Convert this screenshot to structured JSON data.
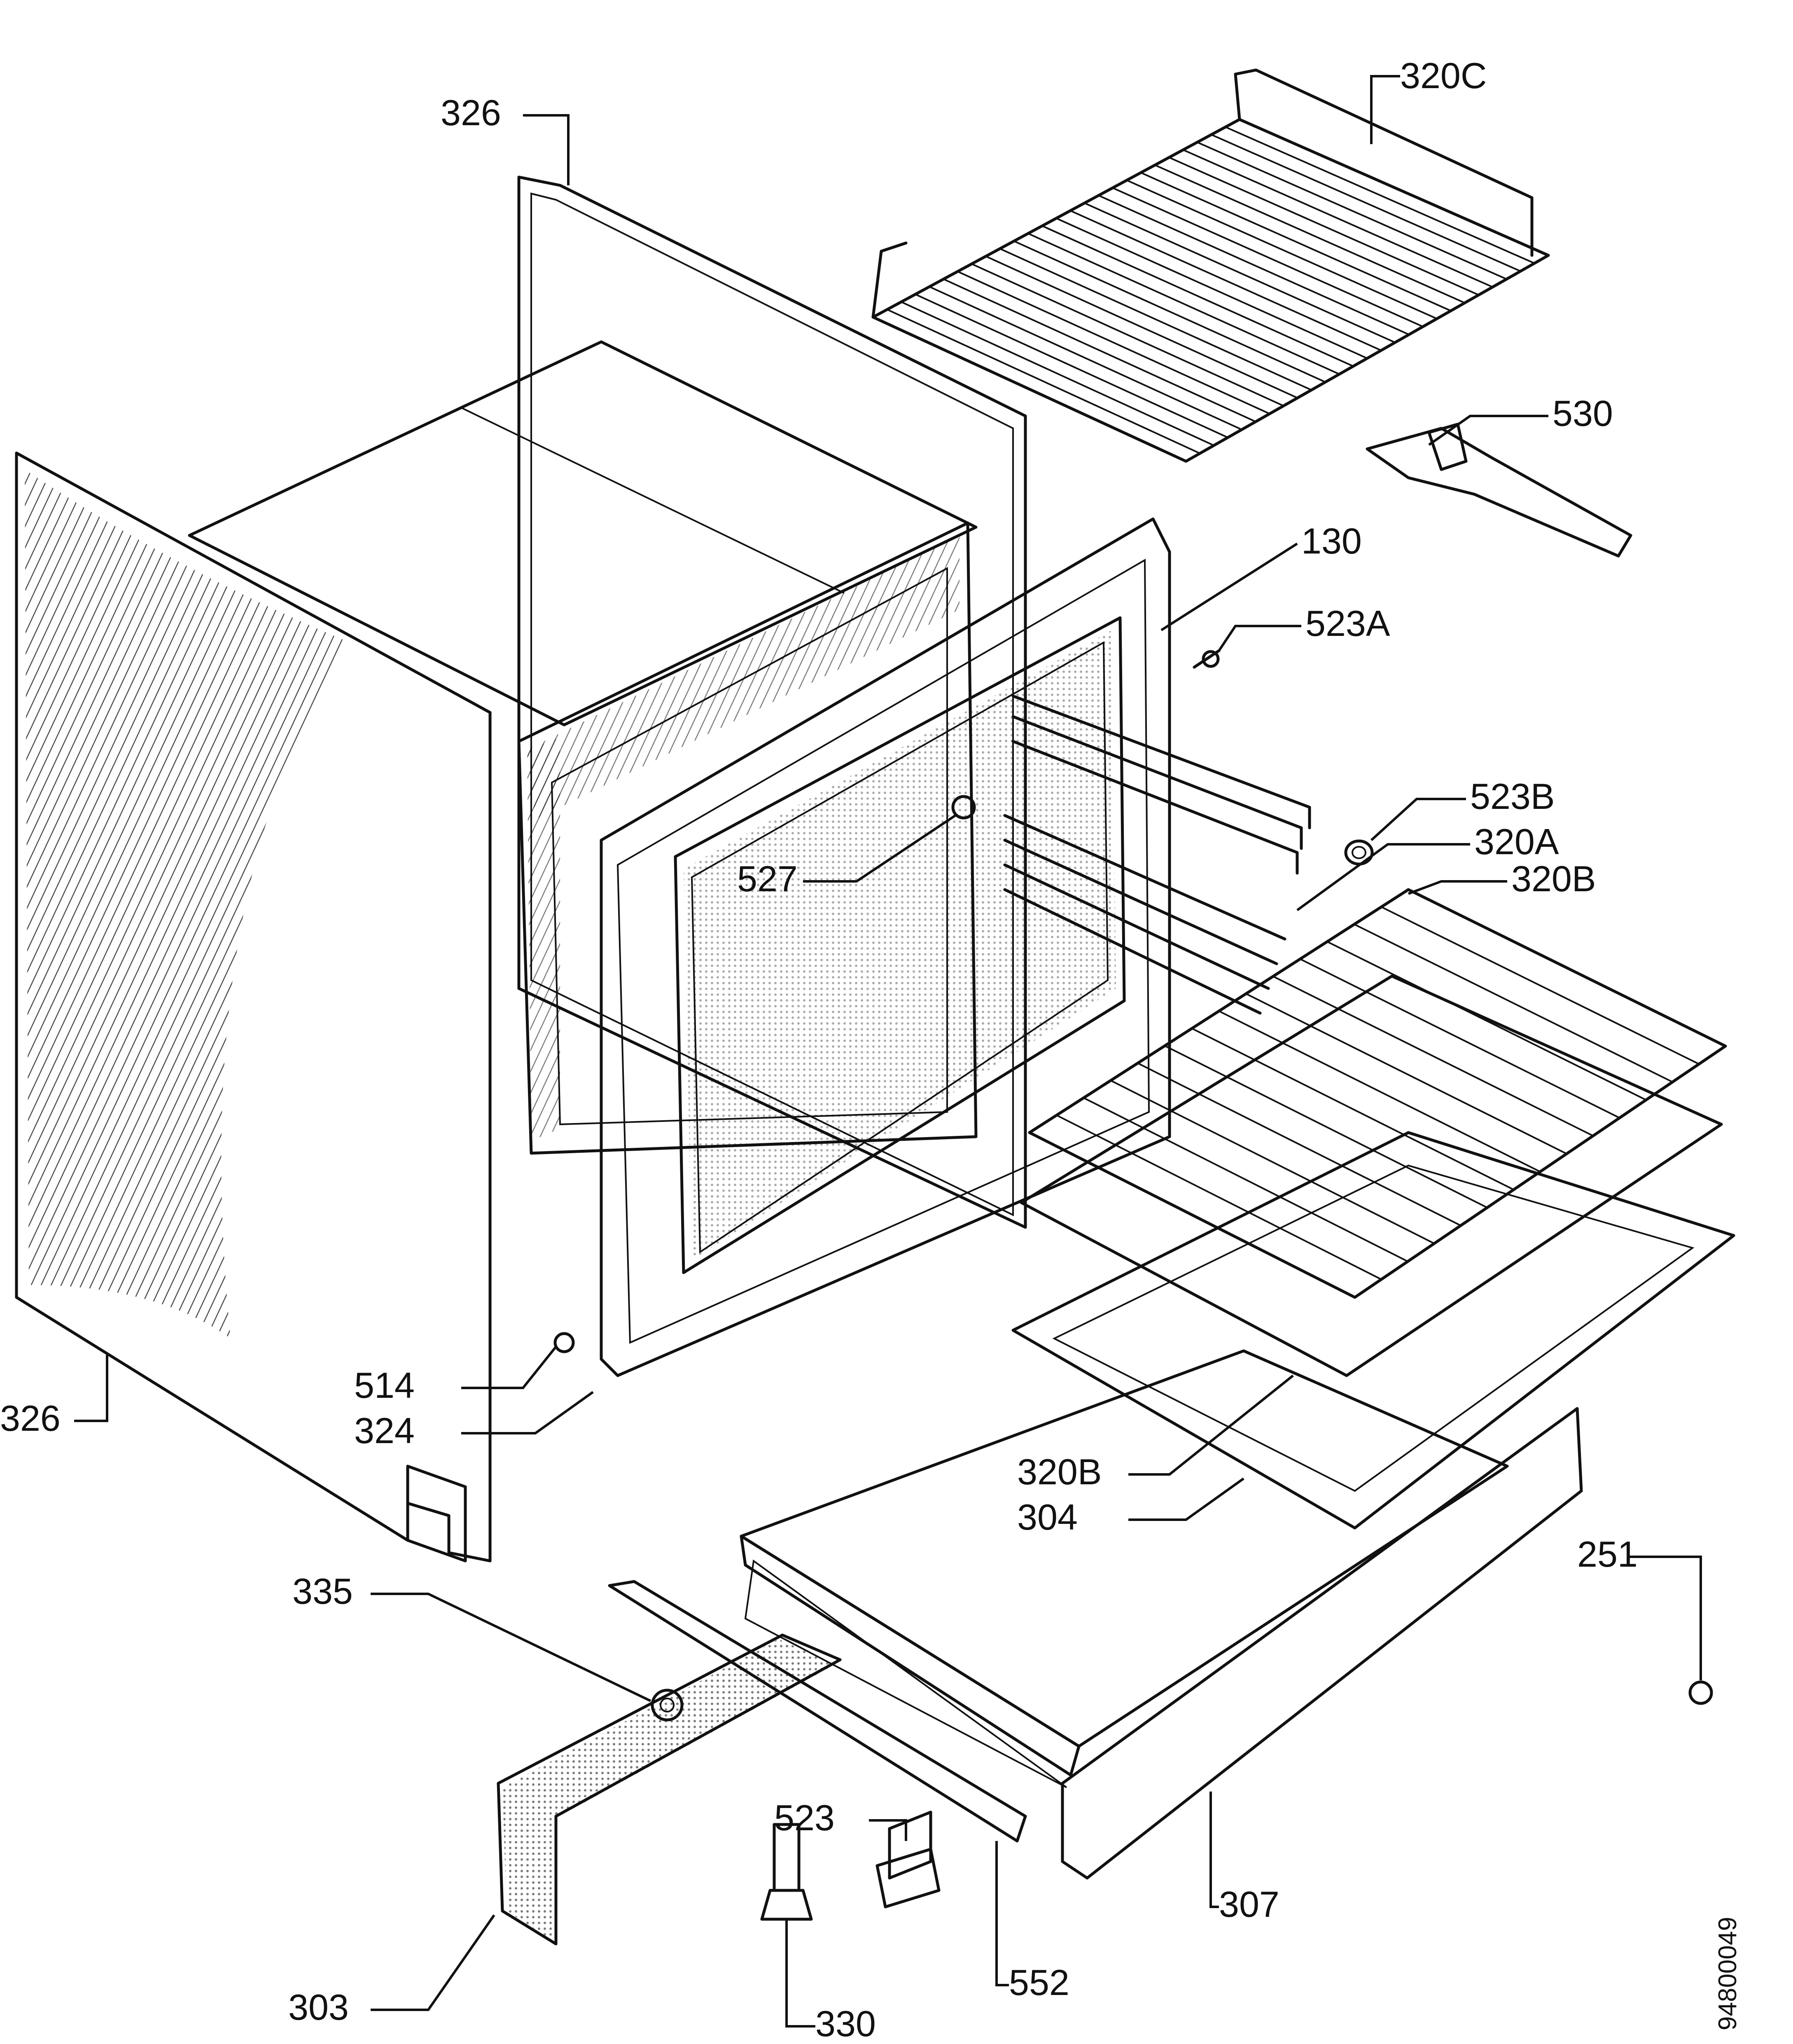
{
  "diagram": {
    "type": "exploded parts view",
    "line_color": "#111111",
    "background": "#ffffff"
  },
  "callouts": {
    "c326_top": "326",
    "c320C": "320C",
    "c530": "530",
    "c130": "130",
    "c523A": "523A",
    "c523B": "523B",
    "c320A": "320A",
    "c320B_right": "320B",
    "c527": "527",
    "c514": "514",
    "c324": "324",
    "c326_left": "326",
    "c320B_lower": "320B",
    "c304": "304",
    "c251": "251",
    "c335": "335",
    "c523": "523",
    "c307": "307",
    "c303": "303",
    "c552": "552",
    "c330": "330"
  },
  "reference_number": "94800049"
}
